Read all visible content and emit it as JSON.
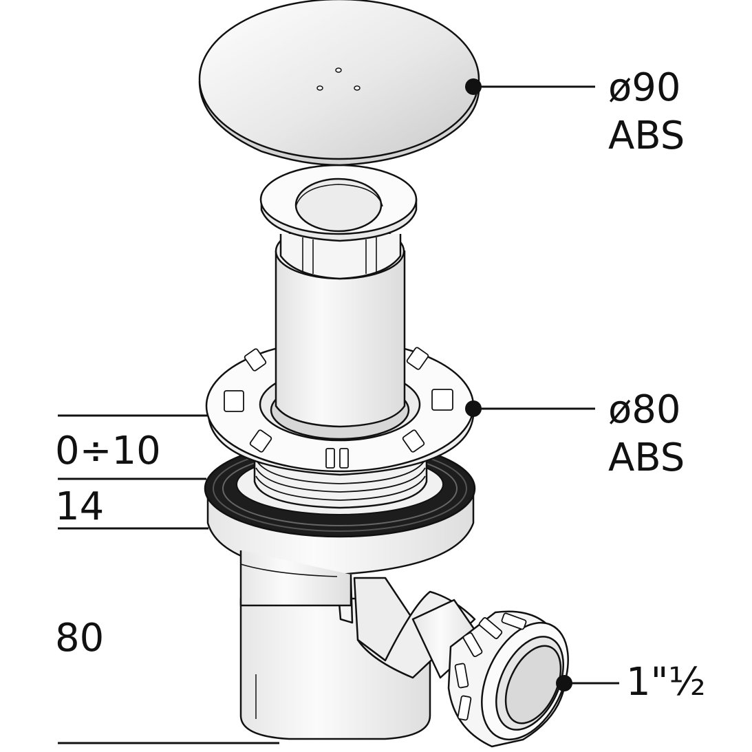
{
  "callouts": {
    "cover": {
      "diameter": "ø90",
      "material": "ABS"
    },
    "flange": {
      "diameter": "ø80",
      "material": "ABS"
    },
    "outlet": {
      "size": "1\"½"
    }
  },
  "dimensions": {
    "adjustable": "0÷10",
    "gasket_height": "14",
    "body_height": "80"
  },
  "colors": {
    "line": "#111111",
    "part_light": "#f7f7f7",
    "part_shade": "#e4e4e4",
    "part_dark": "#cfcfcf",
    "cover_chrome": "#e9e9e9",
    "gasket": "#222222"
  }
}
